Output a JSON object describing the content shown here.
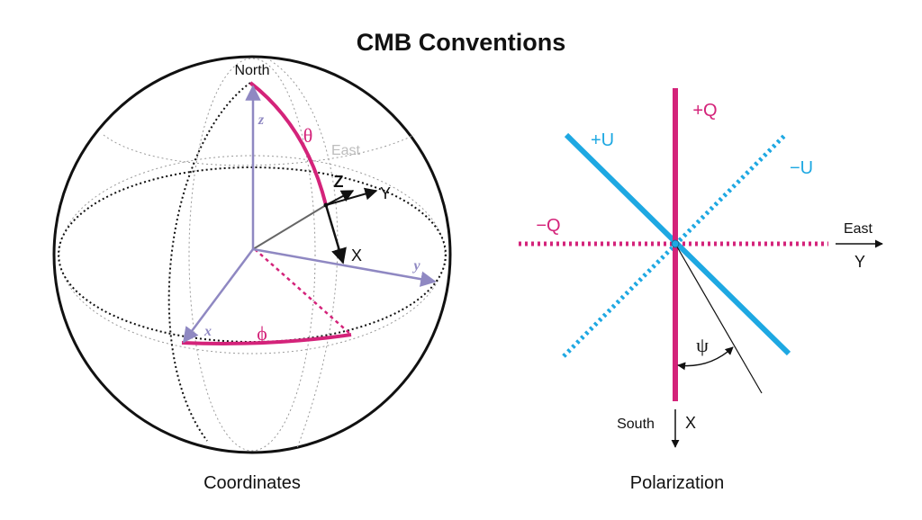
{
  "title": "CMB Conventions",
  "colors": {
    "magenta": "#d4237a",
    "cyan": "#1ea8e2",
    "lavender": "#8f88c2",
    "gray_label": "#bdbdbd",
    "black": "#111111"
  },
  "coordinates": {
    "caption": "Coordinates",
    "north_label": "North",
    "east_label": "East",
    "theta_symbol": "θ",
    "phi_symbol": "ϕ",
    "axis_x": "x",
    "axis_y": "y",
    "axis_z": "z",
    "local_Z": "Z",
    "local_Y": "Y",
    "local_X": "X"
  },
  "polarization": {
    "caption": "Polarization",
    "plus_Q": "+Q",
    "minus_Q": "−Q",
    "plus_U": "+U",
    "minus_U": "−U",
    "east_label": "East",
    "Y_label": "Y",
    "south_label": "South",
    "X_label": "X",
    "psi_symbol": "ψ"
  }
}
